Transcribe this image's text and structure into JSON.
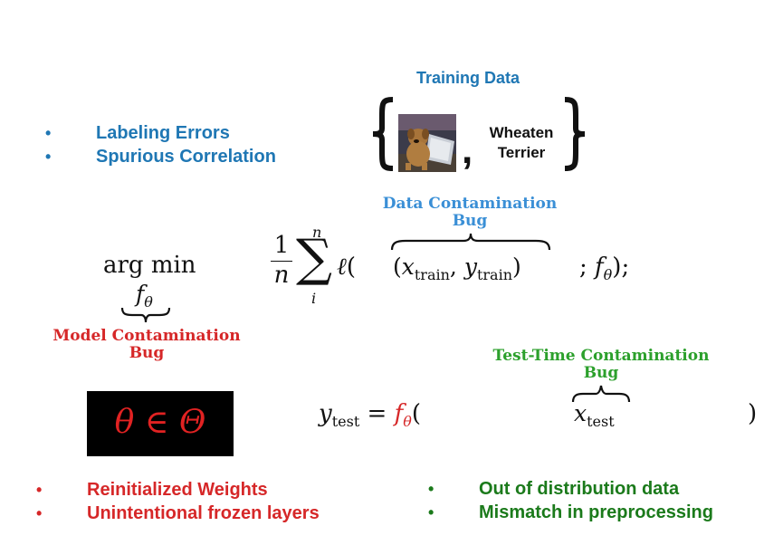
{
  "training_data": {
    "title": "Training Data",
    "label_line1": "Wheaten",
    "label_line2": "Terrier",
    "image_icon": "dog-photo-icon"
  },
  "data_bugs": [
    "Labeling Errors",
    "Spurious Correlation"
  ],
  "data_contamination": {
    "line1": "Data Contamination",
    "line2": "Bug"
  },
  "model_contamination": {
    "line1": "Model Contamination",
    "line2": "Bug"
  },
  "test_contamination": {
    "line1": "Test-Time Contamination",
    "line2": "Bug"
  },
  "model_bugs": [
    "Reinitialized Weights",
    "Unintentional frozen layers"
  ],
  "test_bugs": [
    "Out of distribution data",
    "Mismatch in preprocessing"
  ],
  "equations": {
    "argmin": "arg min",
    "sum_upper": "n",
    "sum_lower": "i",
    "frac_num": "1",
    "frac_den": "n",
    "theta_box": "θ ∈ Θ"
  },
  "colors": {
    "blue": "#1f77b4",
    "red": "#d62728",
    "green": "#2ca02c",
    "box": "#000000"
  }
}
